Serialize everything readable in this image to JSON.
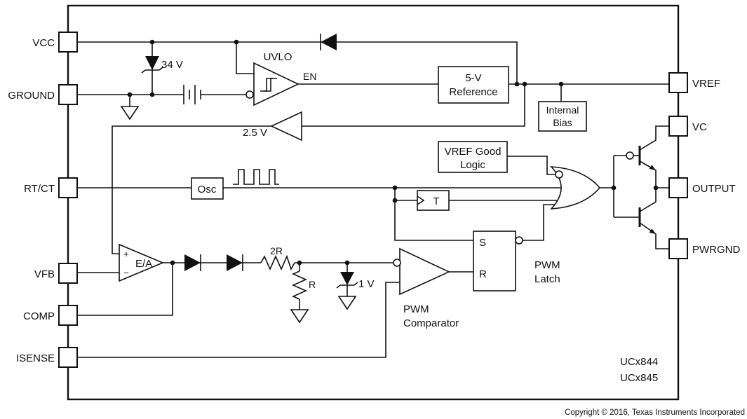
{
  "colors": {
    "ink": "#111111",
    "background": "#ffffff"
  },
  "pins": {
    "left": [
      "VCC",
      "GROUND",
      "RT/CT",
      "VFB",
      "COMP",
      "ISENSE"
    ],
    "right": [
      "VREF",
      "VC",
      "OUTPUT",
      "PWRGND"
    ]
  },
  "blocks": {
    "uvlo": "UVLO",
    "en_signal": "EN",
    "reference": {
      "line1": "5-V",
      "line2": "Reference"
    },
    "internal_bias": {
      "line1": "Internal",
      "line2": "Bias"
    },
    "vref_good": {
      "line1": "VREF Good",
      "line2": "Logic"
    },
    "buffer": "2.5 V",
    "osc": "Osc",
    "toggle": "T",
    "latch": {
      "s": "S",
      "r": "R",
      "caption_line1": "PWM",
      "caption_line2": "Latch"
    },
    "comparator": {
      "caption_line1": "PWM",
      "caption_line2": "Comparator"
    },
    "error_amp": {
      "label": "E/A",
      "plus": "+",
      "minus": "−"
    }
  },
  "components": {
    "zener_34v": "34 V",
    "zener_1v": "1 V",
    "resistor_2r": "2R",
    "resistor_r": "R"
  },
  "footer": {
    "part_line1": "UCx844",
    "part_line2": "UCx845",
    "copyright": "Copyright © 2016, Texas Instruments Incorporated"
  }
}
